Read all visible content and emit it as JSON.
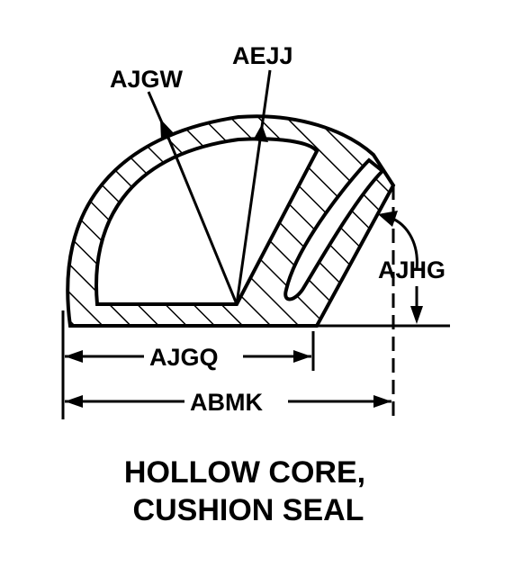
{
  "labels": {
    "radius_outer": "AJGW",
    "radius_inner": "AEJJ",
    "angle": "AJHG",
    "inner_width": "AJGQ",
    "overall_width": "ABMK"
  },
  "caption": {
    "line1": "HOLLOW CORE,",
    "line2": "CUSHION SEAL"
  }
}
